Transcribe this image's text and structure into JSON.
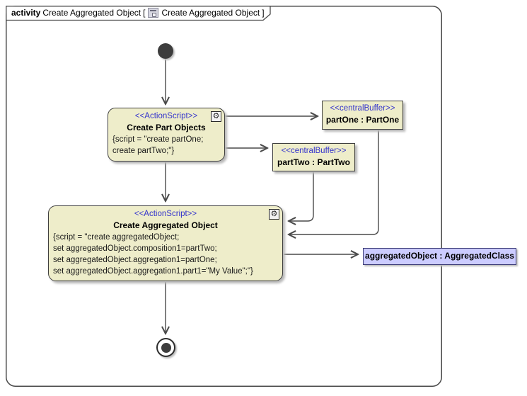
{
  "frame": {
    "keyword": "activity",
    "diagram_name": "Create Aggregated Object",
    "bracket_open": "[",
    "context_name": "Create Aggregated Object",
    "bracket_close": "]"
  },
  "nodes": {
    "create_part_objects": {
      "stereotype": "<<ActionScript>>",
      "name": "Create Part Objects",
      "script_lines": [
        "{script = \"create partOne;",
        "create partTwo;\"}"
      ]
    },
    "part_one_buffer": {
      "stereotype": "<<centralBuffer>>",
      "name": "partOne : PartOne"
    },
    "part_two_buffer": {
      "stereotype": "<<centralBuffer>>",
      "name": "partTwo : PartTwo"
    },
    "create_aggregated_object": {
      "stereotype": "<<ActionScript>>",
      "name": "Create Aggregated Object",
      "script_lines": [
        "{script = \"create aggregatedObject;",
        "set aggregatedObject.composition1=partTwo;",
        "set aggregatedObject.aggregation1=partOne;",
        "set aggregatedObject.aggregation1.part1=\"My Value\";\"}"
      ]
    },
    "aggregated_object": {
      "name": "aggregatedObject : AggregatedClass"
    }
  },
  "icons": {
    "gear": "⚙"
  },
  "colors": {
    "node_fill": "#EEEDCA",
    "object_node_fill": "#CCCCFF",
    "stereotype_text": "#3333CC",
    "border": "#3F3F3F",
    "edge": "#4A4A4A"
  }
}
